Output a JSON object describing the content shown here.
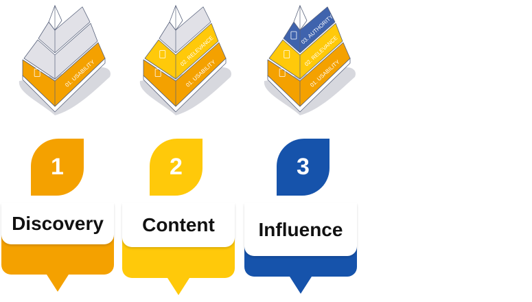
{
  "colors": {
    "orange": "#F4A100",
    "yellow": "#FFC90A",
    "blue": "#1653AB",
    "blue_light": "#3F63AD",
    "gray": "#E1E1E7",
    "outline": "#56607A",
    "shadow": "#D7D8DE"
  },
  "pyramids": [
    {
      "layers": [
        {
          "label": "01. USABILITY",
          "icon": "document-icon",
          "color": "orange"
        },
        {
          "label": "",
          "color": "gray"
        },
        {
          "label": "",
          "color": "gray"
        }
      ]
    },
    {
      "layers": [
        {
          "label": "01. USABILITY",
          "icon": "document-icon",
          "color": "orange"
        },
        {
          "label": "02. RELEVANCE",
          "icon": "target-icon",
          "color": "yellow"
        },
        {
          "label": "",
          "color": "gray"
        }
      ]
    },
    {
      "layers": [
        {
          "label": "01. USABILITY",
          "icon": "document-icon",
          "color": "orange"
        },
        {
          "label": "02. RELEVANCE",
          "icon": "target-icon",
          "color": "yellow"
        },
        {
          "label": "03. AUTHORITY",
          "icon": "award-icon",
          "color": "blue_light"
        }
      ]
    }
  ],
  "steps": [
    {
      "number": "1",
      "title": "Discovery",
      "color": "#F4A100"
    },
    {
      "number": "2",
      "title": "Content",
      "color": "#FFC90A"
    },
    {
      "number": "3",
      "title": "Influence",
      "color": "#1653AB"
    }
  ]
}
